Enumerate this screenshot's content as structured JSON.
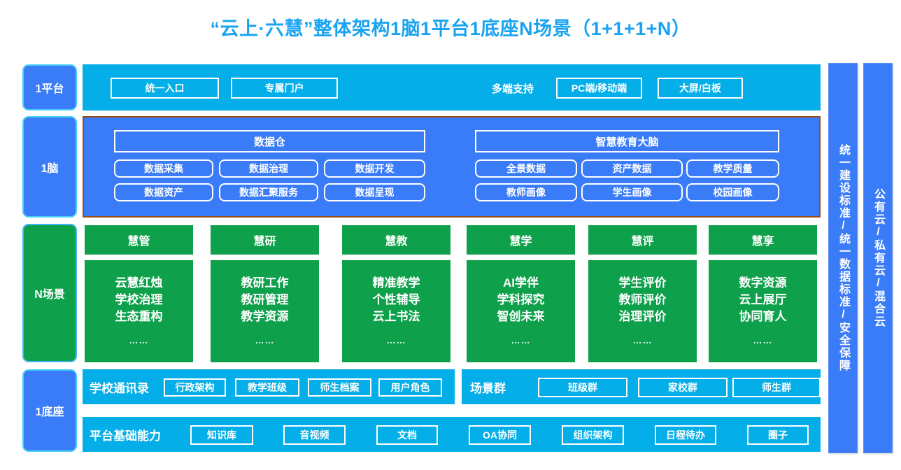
{
  "title": "“云上·六慧”整体架构1脑1平台1底座N场景（1+1+1+N）",
  "colors": {
    "title": "#1AA3F0",
    "cyan": "#04AEE8",
    "blue": "#3A7BF7",
    "green": "#0EA04A",
    "brain_border": "#9A4B18",
    "label_border": "#45D0F5"
  },
  "rows": {
    "platform": {
      "label": "1平台",
      "chips": [
        "统一入口",
        "专属门户"
      ],
      "support_label": "多端支持",
      "support_chips": [
        "PC端/移动端",
        "大屏/白板"
      ]
    },
    "brain": {
      "label": "1脑",
      "groups": [
        {
          "header": "数据仓",
          "items": [
            "数据采集",
            "数据治理",
            "数据开发",
            "数据资产",
            "数据汇聚服务",
            "数据呈现"
          ]
        },
        {
          "header": "智慧教育大脑",
          "items": [
            "全景数据",
            "资产数据",
            "教学质量",
            "教师画像",
            "学生画像",
            "校园画像"
          ]
        }
      ]
    },
    "scenarios": {
      "label": "N场景",
      "columns": [
        {
          "head": "慧管",
          "lines": [
            "云慧红烛",
            "学校治理",
            "生态重构"
          ],
          "dots": "……"
        },
        {
          "head": "慧研",
          "lines": [
            "教研工作",
            "教研管理",
            "教学资源"
          ],
          "dots": "……"
        },
        {
          "head": "慧教",
          "lines": [
            "精准教学",
            "个性辅导",
            "云上书法"
          ],
          "dots": "……"
        },
        {
          "head": "慧学",
          "lines": [
            "AI学伴",
            "学科探究",
            "智创未来"
          ],
          "dots": "……"
        },
        {
          "head": "慧评",
          "lines": [
            "学生评价",
            "教师评价",
            "治理评价"
          ],
          "dots": "……"
        },
        {
          "head": "慧享",
          "lines": [
            "数字资源",
            "云上展厅",
            "协同育人"
          ],
          "dots": "……"
        }
      ]
    },
    "foundation": {
      "label": "1底座",
      "band1_left_label": "学校通讯录",
      "band1_left_chips": [
        "行政架构",
        "教学班级",
        "师生档案",
        "用户角色"
      ],
      "band1_right_label": "场景群",
      "band1_right_chips": [
        "班级群",
        "家校群",
        "师生群"
      ],
      "band2_label": "平台基础能力",
      "band2_chips": [
        "知识库",
        "音视频",
        "文档",
        "OA协同",
        "组织架构",
        "日程待办",
        "圈子"
      ]
    }
  },
  "side_bars": [
    {
      "text": "统一建设标准/统一数据标准/安全保障"
    },
    {
      "text": "公有云/私有云/混合云"
    }
  ]
}
